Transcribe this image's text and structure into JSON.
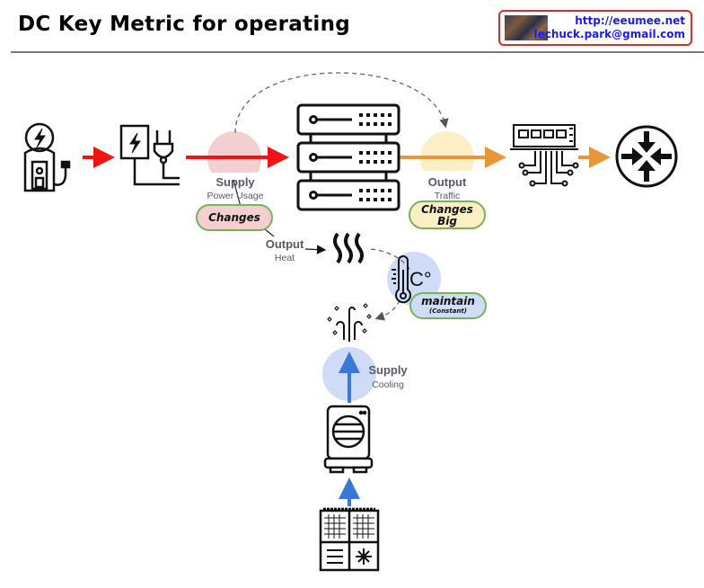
{
  "header": {
    "title": "DC Key Metric for operating",
    "badge": {
      "thumbnail": "author-photo",
      "url": "http://eeumee.net",
      "email": "lechuck.park@gmail.com"
    }
  },
  "colors": {
    "power_arrow": "#f01414",
    "traffic_arrow": "#e8963a",
    "cooling_arrow": "#3a78d8",
    "power_circle": "#f3cfcf",
    "traffic_circle": "#fcefc6",
    "cooling_circle": "#cfdcf7",
    "pill_border": "#78b25a",
    "badge_border": "#e8262a",
    "badge_text": "#1a1aee"
  },
  "nodes": {
    "power_source": {
      "icon": "power-station-icon"
    },
    "power_plug": {
      "icon": "power-plug-icon"
    },
    "server": {
      "icon": "server-rack-icon"
    },
    "switch": {
      "icon": "network-switch-icon"
    },
    "router": {
      "icon": "router-icon"
    },
    "heat": {
      "icon": "heat-waves-icon"
    },
    "thermometer": {
      "icon": "thermometer-celsius-icon",
      "unit": "C°"
    },
    "airflow": {
      "icon": "cool-airflow-icon"
    },
    "crac": {
      "icon": "air-cooler-icon"
    },
    "chiller": {
      "icon": "chiller-unit-icon"
    }
  },
  "metrics": {
    "power": {
      "kind": "Supply",
      "name": "Power Usage",
      "behavior": "Changes"
    },
    "traffic": {
      "kind": "Output",
      "name": "Traffic",
      "behavior_line1": "Changes",
      "behavior_line2": "Big"
    },
    "heat": {
      "kind": "Output",
      "name": "Heat"
    },
    "temperature": {
      "behavior": "maintain",
      "note": "(Constant)"
    },
    "cooling": {
      "kind": "Supply",
      "name": "Cooling"
    }
  }
}
